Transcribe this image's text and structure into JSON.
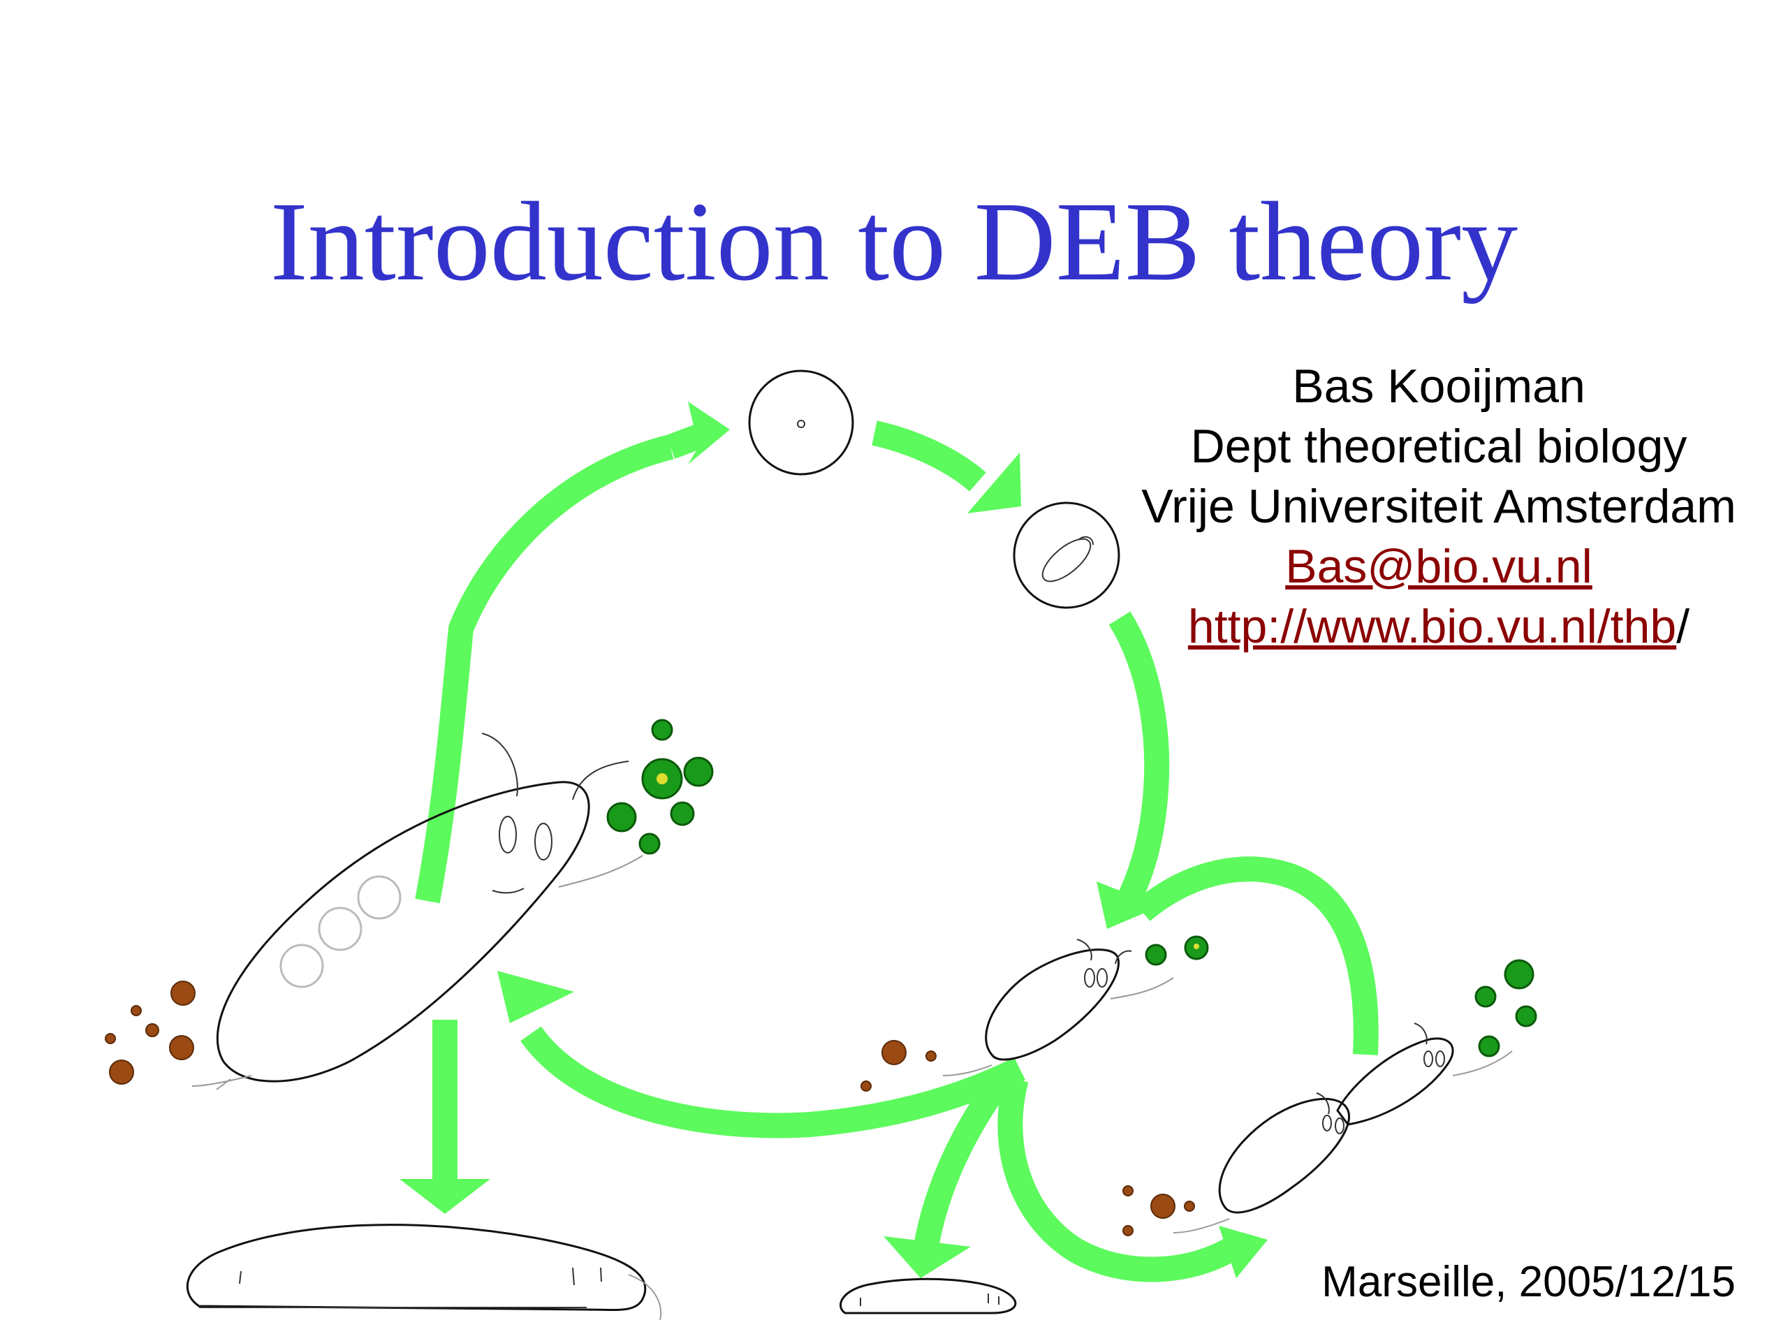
{
  "slide": {
    "title": "Introduction to DEB theory",
    "author": {
      "name": "Bas Kooijman",
      "department": "Dept theoretical biology",
      "institution": "Vrije Universiteit Amsterdam",
      "email": "Bas@bio.vu.nl",
      "url": "http://www.bio.vu.nl/thb",
      "url_suffix": "/"
    },
    "footer": "Marseille, 2005/12/15"
  },
  "colors": {
    "title": "#3333cc",
    "link": "#8b0000",
    "arrow": "#5cfa5c",
    "food": "#1a9a1a",
    "feces": "#9a4a12",
    "outline": "#111111"
  },
  "icons": {
    "arrows": "lifecycle-arrows",
    "organism": "daphnia-outline",
    "food": "algae-particles",
    "feces": "feces-particles"
  }
}
